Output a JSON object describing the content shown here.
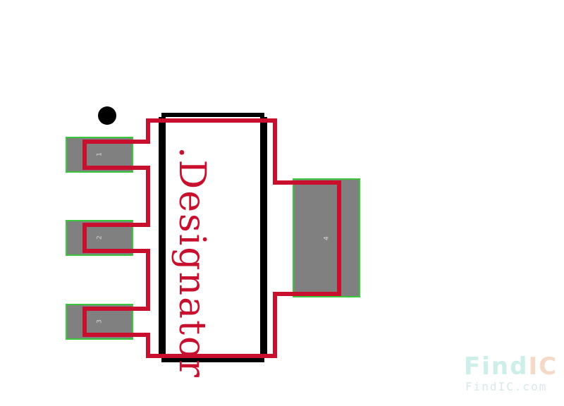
{
  "footprint": {
    "designator": ".Designator",
    "pads": [
      {
        "number": "1"
      },
      {
        "number": "2"
      },
      {
        "number": "3"
      },
      {
        "number": "4"
      }
    ],
    "colors": {
      "pad_fill": "#808080",
      "pad_outline": "#39c83b",
      "courtyard": "#c8102e",
      "silkscreen": "#000000",
      "pin1_marker": "#000000"
    }
  },
  "watermark": {
    "logo_main": "Find",
    "logo_accent": "IC",
    "url": "FindIC.com"
  }
}
